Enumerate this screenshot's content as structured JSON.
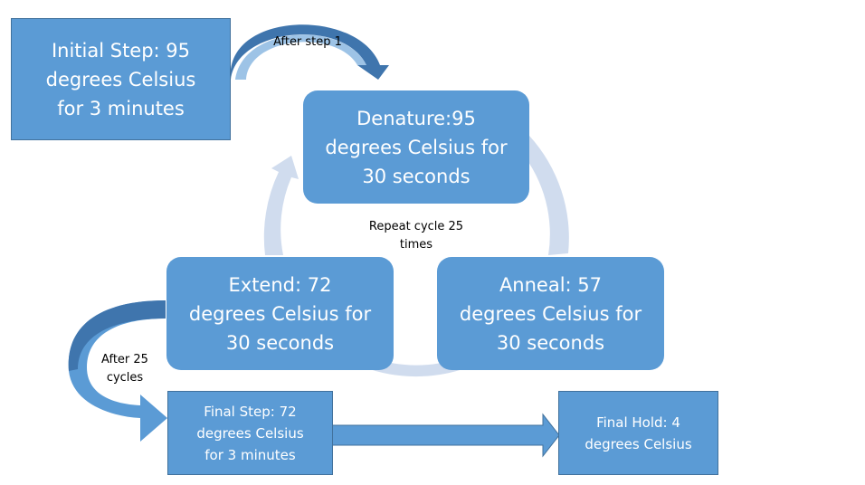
{
  "diagram": {
    "title": "PCR thermal cycling steps",
    "colors": {
      "box_fill": "#5b9bd5",
      "box_border": "#41719c",
      "arrow_fill": "#5b9bd5",
      "arrow_dark": "#3f75ad",
      "cycle_ring": "#d0dcee",
      "text_on_box": "#ffffff",
      "label_text": "#000000"
    },
    "nodes": {
      "initial": {
        "text": "Initial Step: 95\ndegrees Celsius\nfor 3 minutes"
      },
      "denature": {
        "text": "Denature:95\ndegrees Celsius for\n30 seconds"
      },
      "anneal": {
        "text": "Anneal: 57\ndegrees Celsius for\n30 seconds"
      },
      "extend": {
        "text": "Extend: 72\ndegrees Celsius for\n30 seconds"
      },
      "final_step": {
        "text": "Final Step: 72\ndegrees Celsius\nfor 3 minutes"
      },
      "final_hold": {
        "text": "Final Hold: 4\ndegrees Celsius"
      }
    },
    "labels": {
      "after_step_1": "After step 1",
      "repeat_cycle": "Repeat cycle 25\ntimes",
      "after_25_cycles": "After 25\ncycles"
    },
    "edges": [
      {
        "from": "initial",
        "to": "denature",
        "label": "After step 1"
      },
      {
        "from": "denature",
        "to": "anneal",
        "label": ""
      },
      {
        "from": "anneal",
        "to": "extend",
        "label": ""
      },
      {
        "from": "extend",
        "to": "denature",
        "label": ""
      },
      {
        "from": "extend",
        "to": "final_step",
        "label": "After 25 cycles"
      },
      {
        "from": "final_step",
        "to": "final_hold",
        "label": ""
      }
    ]
  }
}
